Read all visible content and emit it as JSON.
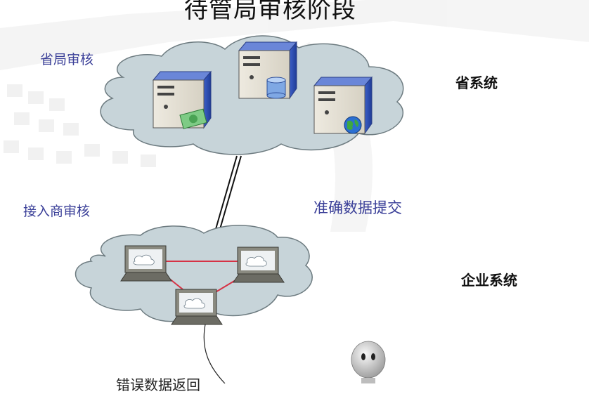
{
  "title": "待管局审核阶段",
  "labels": {
    "province_review": "省局审核",
    "province_system": "省系统",
    "isp_review": "接入商审核",
    "submit_accurate": "准确数据提交",
    "enterprise_system": "企业系统",
    "bottom_partial": "错误数据返回"
  },
  "colors": {
    "cloud_fill": "#c7d4d9",
    "cloud_stroke": "#6d7b80",
    "network_link": "#d63245",
    "label_blue": "#3a3f98"
  },
  "icons": {
    "province_servers": [
      "server-money-icon",
      "server-database-icon",
      "server-globe-icon"
    ],
    "enterprise_computers": [
      "laptop-left-icon",
      "laptop-right-icon",
      "laptop-bottom-icon"
    ],
    "person": "person-figure-icon"
  }
}
